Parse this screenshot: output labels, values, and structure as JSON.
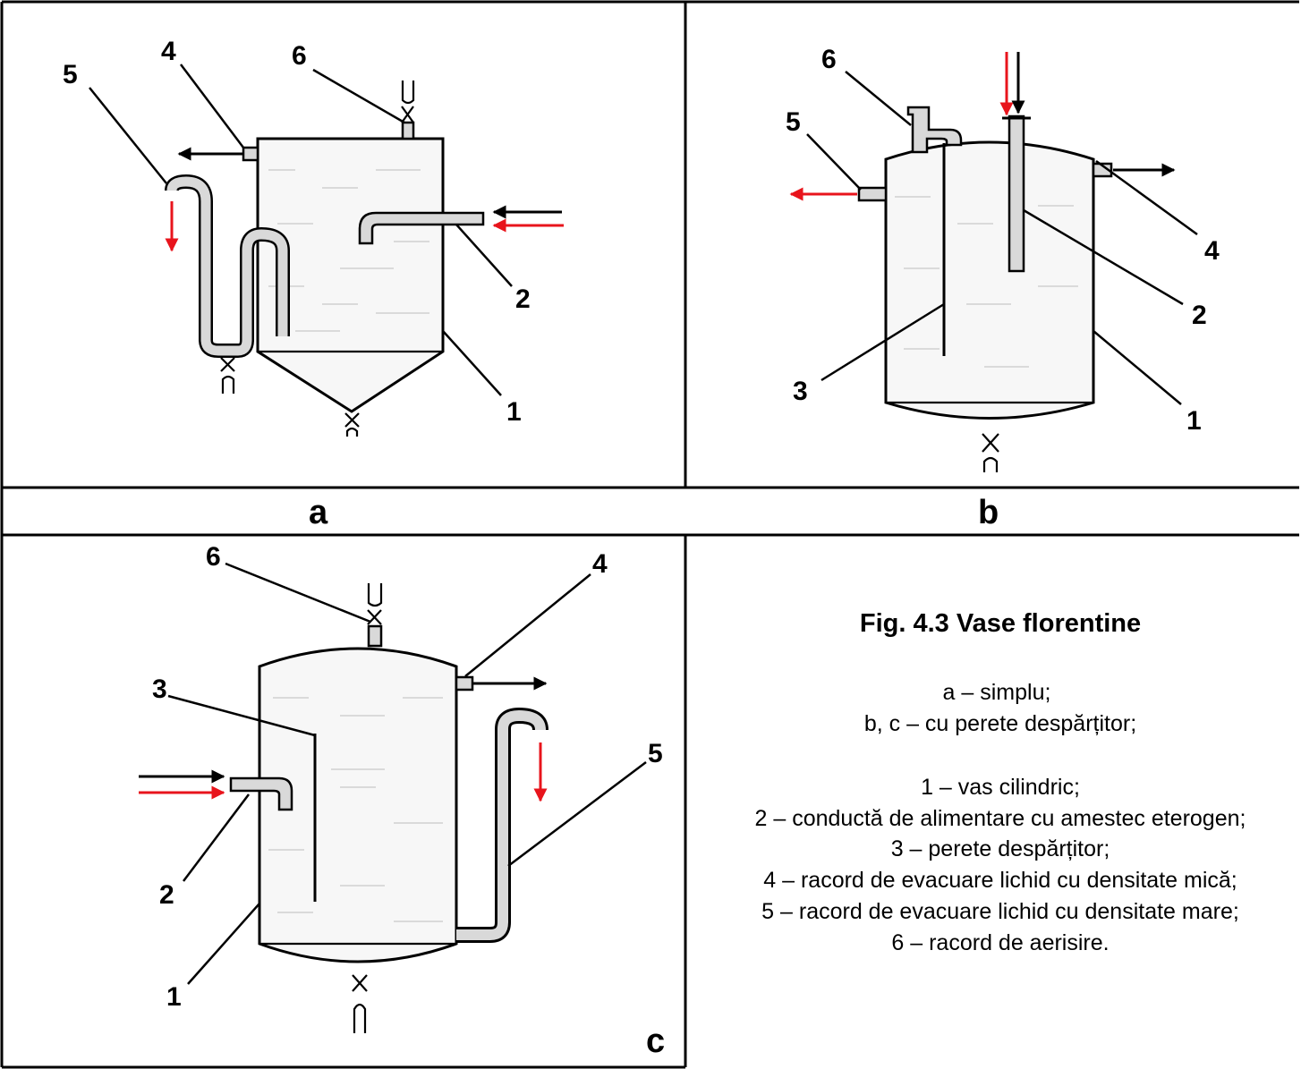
{
  "panels": {
    "a": {
      "label": "a",
      "callouts": {
        "n1": "1",
        "n2": "2",
        "n4": "4",
        "n5": "5",
        "n6": "6"
      }
    },
    "b": {
      "label": "b",
      "callouts": {
        "n1": "1",
        "n2": "2",
        "n3": "3",
        "n4": "4",
        "n5": "5",
        "n6": "6"
      }
    },
    "c": {
      "label": "c",
      "callouts": {
        "n1": "1",
        "n2": "2",
        "n3": "3",
        "n4": "4",
        "n5": "5",
        "n6": "6"
      }
    }
  },
  "caption": {
    "title": "Fig. 4.3 Vase florentine",
    "types": [
      "a – simplu;",
      "b, c – cu perete despărțitor;"
    ],
    "legend": [
      "1 – vas cilindric;",
      "2 – conductă de alimentare cu amestec eterogen;",
      "3 – perete despărțitor;",
      "4 – racord de evacuare lichid cu densitate mică;",
      "5 – racord de evacuare lichid cu densitate mare;",
      "6 – racord de aerisire."
    ]
  },
  "colors": {
    "heavy_flow": "#e8141c",
    "light_flow": "#000000",
    "frame": "#000000"
  }
}
